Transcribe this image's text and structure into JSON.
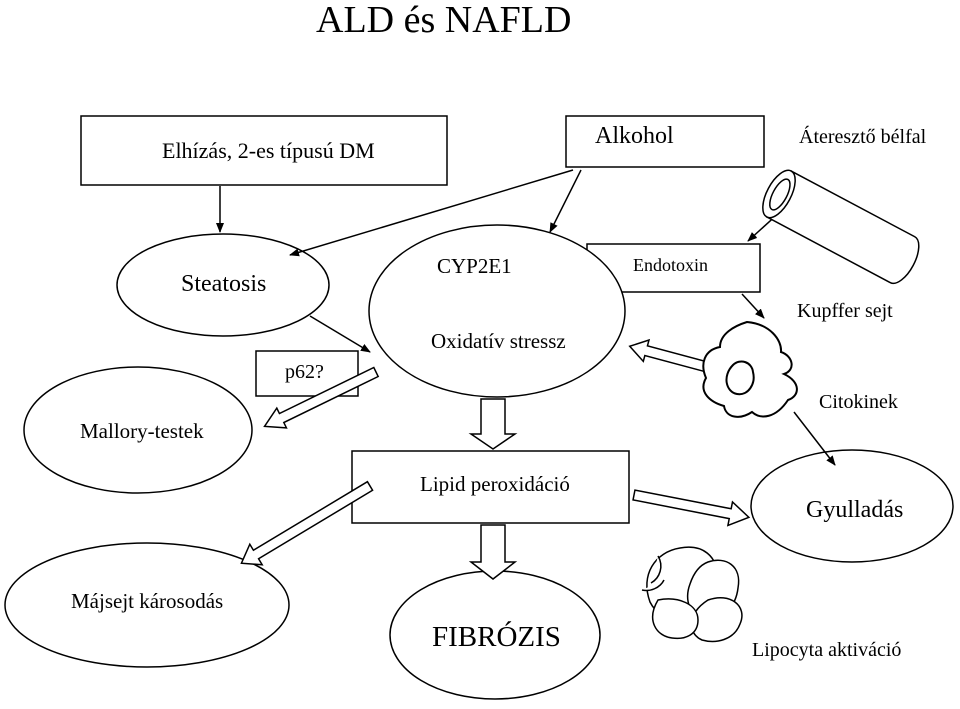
{
  "title": "ALD és NAFLD",
  "nodes": {
    "obesity": "Elhízás, 2-es típusú DM",
    "alcohol": "Alkohol",
    "leaky_gut_prefix": "Áteresztő",
    "leaky_gut_suffix": " bélfal",
    "steatosis": "Steatosis",
    "cyp2e1": "CYP2E1",
    "endotoxin": "Endotoxin",
    "kupffer": "Kupffer sejt",
    "oxidative_stress": "Oxidatív stressz",
    "p62": "p62?",
    "cytokines": "Citokinek",
    "mallory": "Mallory-testek",
    "lipid_peroxidation": "Lipid peroxidáció",
    "inflammation": "Gyulladás",
    "hepatocyte_damage": "Májsejt károsodás",
    "fibrosis": "FIBRÓZIS",
    "lipocyte": "Lipocyta aktiváció"
  },
  "colors": {
    "stroke": "#000000",
    "fill": "#ffffff"
  }
}
